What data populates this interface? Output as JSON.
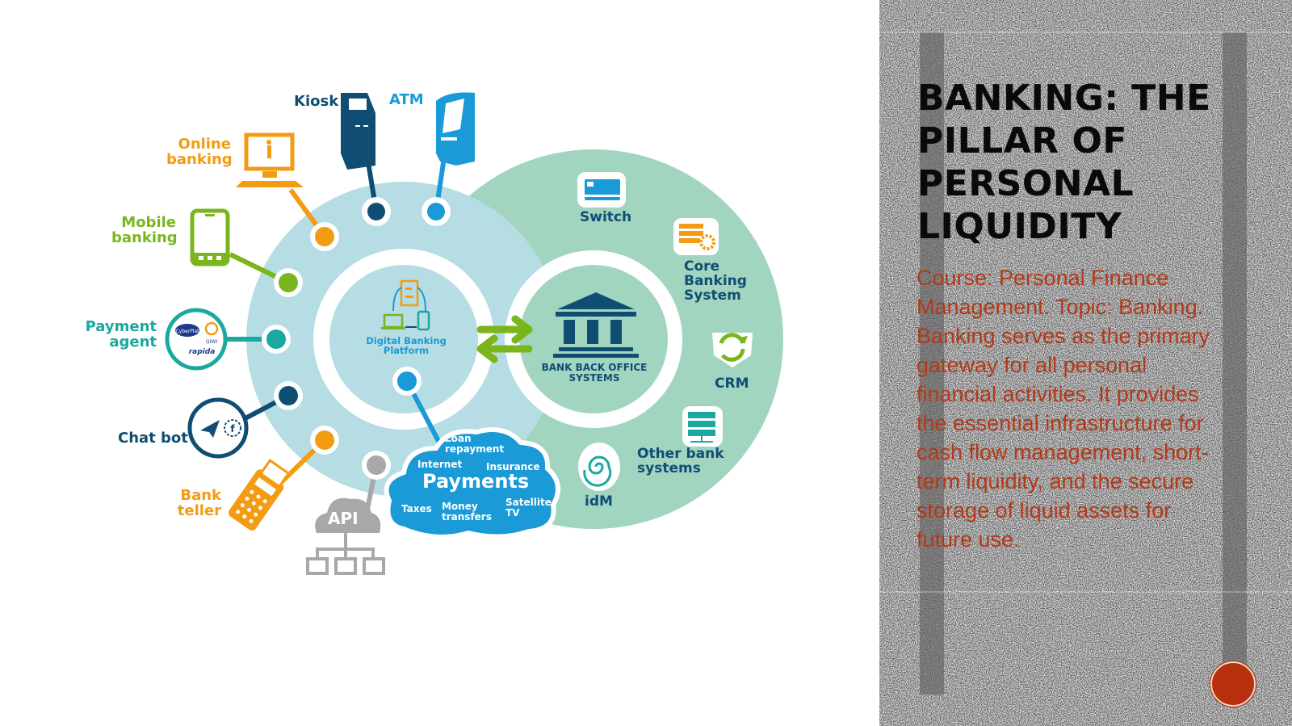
{
  "slide": {
    "title": "BANKING: THE PILLAR OF PERSONAL LIQUIDITY",
    "body": "Course: Personal Finance Management. Topic: Banking. Banking serves as the primary gateway for all personal financial activities. It provides the essential infrastructure for cash flow management, short-term liquidity, and the secure storage of liquid assets for future use.",
    "colors": {
      "panel_bg": "#5d5d5d",
      "title": "#0a0a0a",
      "body": "#b3391a",
      "nav_button": "#b8310f"
    }
  },
  "diagram": {
    "channels": [
      {
        "label": "Kiosk",
        "color": "#0f4d72",
        "icon": "kiosk-icon"
      },
      {
        "label": "ATM",
        "color": "#1a9ad6",
        "icon": "atm-icon"
      },
      {
        "label_line1": "Online",
        "label_line2": "banking",
        "color": "#f39c12",
        "icon": "desktop-computer-icon"
      },
      {
        "label_line1": "Mobile",
        "label_line2": "banking",
        "color": "#7ab51d",
        "icon": "smartphone-icon"
      },
      {
        "label_line1": "Payment",
        "label_line2": "agent",
        "color": "#1aa8a0",
        "icon": "payment-agent-logos-icon",
        "logos": [
          "CyberPlat",
          "QIWI",
          "rapida"
        ]
      },
      {
        "label": "Chat bot",
        "color": "#0f4d72",
        "icon": "chat-bot-icon"
      },
      {
        "label_line1": "Bank",
        "label_line2": "teller",
        "color": "#f39c12",
        "icon": "pos-terminal-icon"
      },
      {
        "label": "API",
        "color": "#a8a8a8",
        "icon": "api-cloud-icon"
      }
    ],
    "center": {
      "label_line1": "Digital Banking",
      "label_line2": "Platform",
      "color": "#1a9ad6"
    },
    "back_office": {
      "label_line1": "BANK BACK OFFICE",
      "label_line2": "SYSTEMS",
      "color": "#0f4d72"
    },
    "back_office_systems": [
      {
        "label": "Switch",
        "icon": "card-icon"
      },
      {
        "label_line1": "Core",
        "label_line2": "Banking",
        "label_line3": "System",
        "icon": "table-gear-icon"
      },
      {
        "label": "CRM",
        "icon": "recycle-arrows-icon"
      },
      {
        "label_line1": "Other bank",
        "label_line2": "systems",
        "icon": "server-icon"
      },
      {
        "label": "idM",
        "icon": "fingerprint-icon"
      }
    ],
    "payments": {
      "title": "Payments",
      "items": {
        "loan_1": "Loan",
        "loan_2": "repayment",
        "internet": "Internet",
        "insurance": "Insurance",
        "taxes": "Taxes",
        "money_1": "Money",
        "money_2": "transfers",
        "satellite_1": "Satellite",
        "satellite_2": "TV"
      }
    },
    "colors": {
      "inner_ring": "#b5dde3",
      "back_ring": "#a2d5c0",
      "label_dark": "#0f4d72",
      "cloud": "#1a9ad6",
      "arrows": "#7ab51d"
    }
  }
}
